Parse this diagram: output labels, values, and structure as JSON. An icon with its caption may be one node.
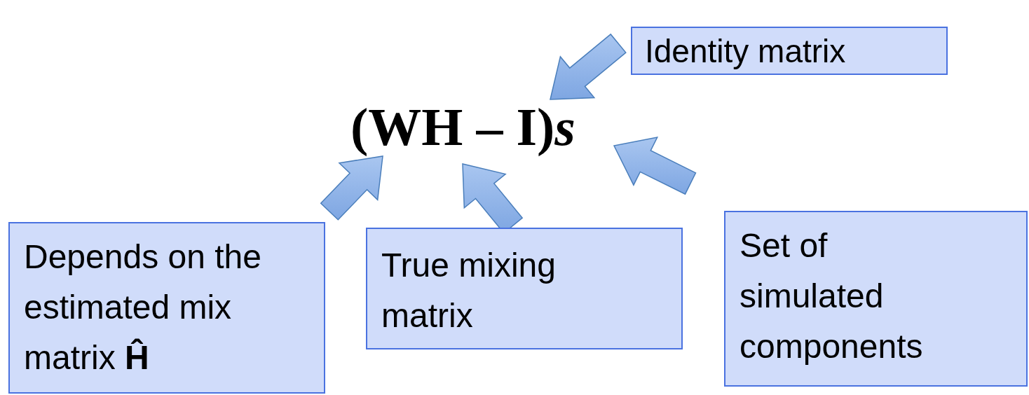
{
  "diagram": {
    "nodes": [
      {
        "text": [
          "(WH – I)*s*"
        ]
      },
      {
        "text": [
          "Identity matrix"
        ]
      },
      {
        "text": [
          "Depends on the estimated mix matrix **Ĥ**"
        ]
      },
      {
        "text": [
          "True mixing matrix"
        ]
      },
      {
        "text": [
          "Set of simulated components"
        ]
      }
    ],
    "edges": [
      {
        "from": 1,
        "to": 0,
        "arrow": "to",
        "style": "thick"
      },
      {
        "from": 2,
        "to": 0,
        "arrow": "to",
        "style": "thick"
      },
      {
        "from": 3,
        "to": 0,
        "arrow": "to",
        "style": "thick"
      },
      {
        "from": 4,
        "to": 0,
        "arrow": "to",
        "style": "thick"
      }
    ]
  }
}
